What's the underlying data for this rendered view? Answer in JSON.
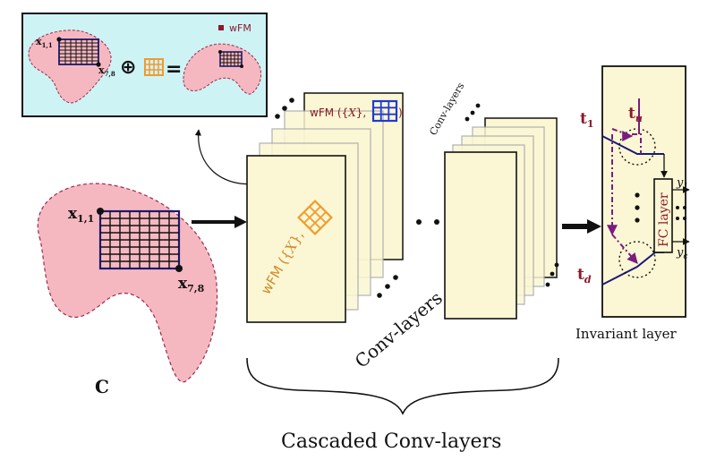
{
  "colors": {
    "blob": "#f6b8c0",
    "blob_stroke": "#9a2a4a",
    "grid": "#1a1a6e",
    "orange": "#f39a2c",
    "blue_grid": "#1f3ad0",
    "layer_fill": "#fbf7d4",
    "inset_bg": "#cdf3f5",
    "maroon": "#8a1a2a",
    "purple": "#7a1c80",
    "dark_blue": "#1a1a7a"
  },
  "inset": {
    "point_start": "x",
    "point_start_sub": "1,1",
    "point_end": "x",
    "point_end_sub": "7,8",
    "oplus": "⊕",
    "equals": "=",
    "legend_label": "wFM"
  },
  "main": {
    "point_start": "x",
    "point_start_sub": "1,1",
    "point_end": "x",
    "point_end_sub": "7,8",
    "manifold_label": "C"
  },
  "layers": {
    "wfm_front_prefix": "wFM ({",
    "wfm_front_var": "X",
    "wfm_front_suffix": "},",
    "wfm_back_prefix": "wFM ({",
    "wfm_back_var": "X",
    "wfm_back_suffix": "},",
    "wfm_back_close": ")",
    "conv_label_1": "Conv-layers",
    "conv_label_2": "Conv-layers",
    "group_label": "Cascaded Conv-layers"
  },
  "invariant": {
    "t1": "t",
    "t1_sub": "1",
    "tu": "t",
    "tu_sub": "u",
    "td": "t",
    "td_sub": "d",
    "fc_label": "FC layer",
    "y1": "y",
    "y1_sub": "1",
    "yc": "y",
    "yc_sub": "c",
    "caption": "Invariant layer"
  }
}
